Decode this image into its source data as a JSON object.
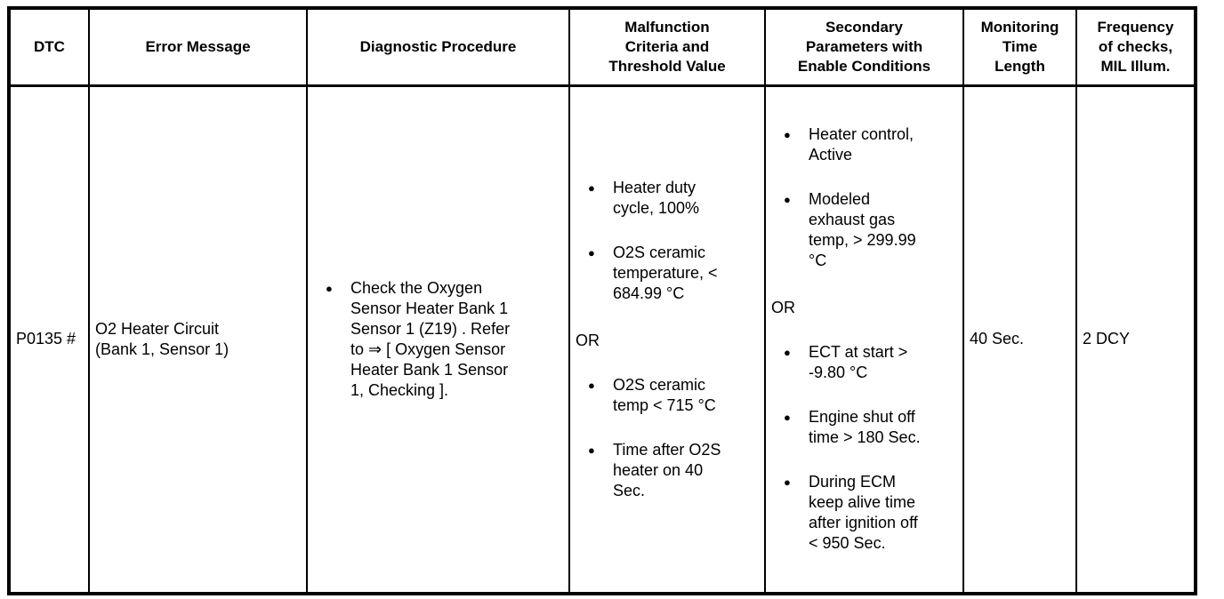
{
  "icons": {
    "bullet": "●"
  },
  "colors": {
    "border": "#000000",
    "text": "#000000",
    "background": "#ffffff"
  },
  "table": {
    "columns": [
      {
        "id": "dtc",
        "label": "DTC"
      },
      {
        "id": "error_message",
        "label": "Error Message"
      },
      {
        "id": "diagnostic_procedure",
        "label": "Diagnostic Procedure"
      },
      {
        "id": "malfunction_criteria",
        "label": "Malfunction\nCriteria and\nThreshold Value"
      },
      {
        "id": "secondary_parameters",
        "label": "Secondary\nParameters with\nEnable Conditions"
      },
      {
        "id": "monitoring_time",
        "label": "Monitoring\nTime\nLength"
      },
      {
        "id": "frequency",
        "label": "Frequency\nof checks,\nMIL Illum."
      }
    ],
    "row": {
      "dtc": "P0135 #",
      "error_message": "O2 Heater Circuit (Bank 1, Sensor 1)",
      "diagnostic_procedure": {
        "items": [
          "Check the Oxygen Sensor Heater Bank 1 Sensor 1 (Z19) . Refer to ⇒ [ Oxygen Sensor Heater Bank 1 Sensor 1, Checking ]."
        ]
      },
      "malfunction_criteria": {
        "group1": [
          "Heater duty cycle, 100%",
          "O2S ceramic temperature, < 684.99 °C"
        ],
        "or_label": "OR",
        "group2": [
          "O2S ceramic temp < 715 °C",
          "Time after O2S heater on 40 Sec."
        ]
      },
      "secondary_parameters": {
        "group1": [
          "Heater control, Active",
          "Modeled exhaust gas temp, > 299.99 °C"
        ],
        "or_label": "OR",
        "group2": [
          "ECT at start > -9.80 °C",
          "Engine shut off time > 180 Sec.",
          "During ECM keep alive time after ignition off < 950 Sec."
        ]
      },
      "monitoring_time": "40 Sec.",
      "frequency": "2 DCY"
    }
  }
}
